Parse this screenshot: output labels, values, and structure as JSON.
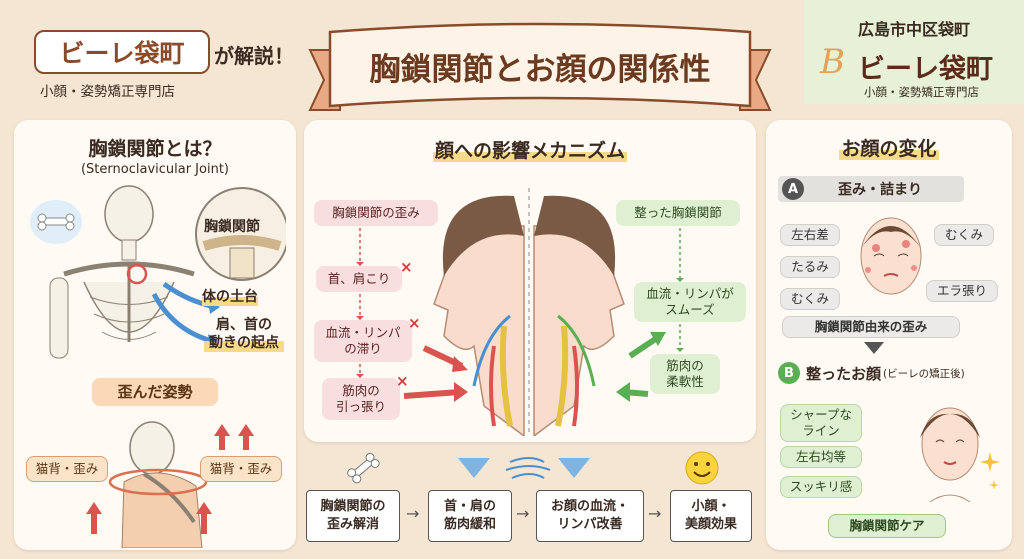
{
  "header": {
    "brand_badge": "ビーレ袋町",
    "brand_suffix": "が解説！",
    "brand_sub": "小顔・姿勢矯正専門店",
    "main_title": "胸鎖関節とお顔の関係性",
    "store_area": "広島市中区袋町",
    "store_logo_mark": "B",
    "store_name": "ビーレ袋町",
    "store_sub": "小顔・姿勢矯正専門店"
  },
  "left": {
    "title": "胸鎖関節とは？",
    "subtitle": "(Sternoclavicular Joint)",
    "zoom_label": "胸鎖関節",
    "label_base": "体の土台",
    "label_motion": "肩、首の\n動きの起点",
    "posture_title": "歪んだ姿勢",
    "posture_left": "猫背・歪み",
    "posture_right": "猫背・歪み"
  },
  "center": {
    "title": "顔への影響メカニズム",
    "bad": [
      "胸鎖関節の歪み",
      "首、肩こり",
      "血流・リンパ\nの滞り",
      "筋肉の\n引っ張り"
    ],
    "good": [
      "整った胸鎖関節",
      "血流・リンパが\nスムーズ",
      "筋肉の\n柔軟性"
    ],
    "x_mark": "×"
  },
  "flow": {
    "steps": [
      "胸鎖関節の\n歪み解消",
      "首・肩の\n筋肉緩和",
      "お顔の血流・\nリンパ改善",
      "小顔・\n美顔効果"
    ]
  },
  "right": {
    "title": "お顔の変化",
    "a_badge": "A",
    "a_label": "歪み・詰まり",
    "tags": [
      "左右差",
      "むくみ",
      "たるみ",
      "むくみ",
      "エラ張り"
    ],
    "a_caption": "胸鎖関節由来の歪み",
    "b_badge": "B",
    "b_label": "整ったお顔",
    "b_note": "(ビーレの矯正後)",
    "b_tags": [
      "シャープな\nライン",
      "左右均等",
      "スッキリ感"
    ],
    "b_caption": "胸鎖関節ケア"
  },
  "colors": {
    "background": "#f5e6d3",
    "accent_brown": "#8a4b2a",
    "red": "#d9534f",
    "green": "#5cae54",
    "blue": "#4a8fd0"
  }
}
